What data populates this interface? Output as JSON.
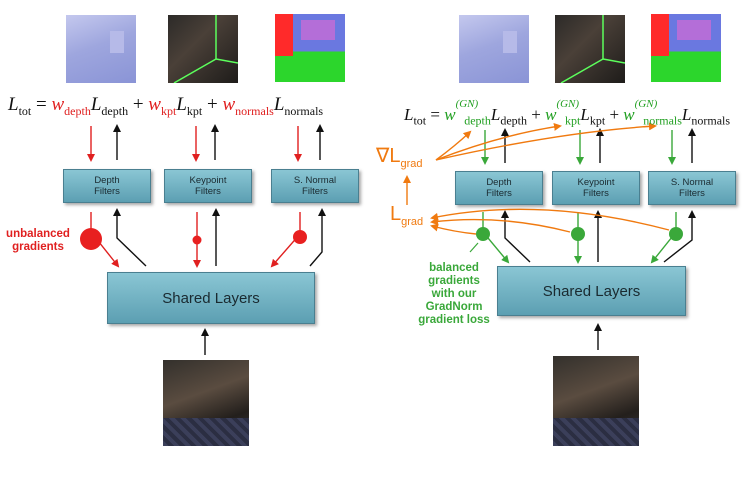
{
  "left": {
    "equation": {
      "lhs_symbol": "L",
      "lhs_sub": "tot",
      "equals": "=",
      "plus": "+",
      "terms": [
        {
          "weight_symbol": "w",
          "weight_sub": "depth",
          "loss_symbol": "L",
          "loss_sub": "depth"
        },
        {
          "weight_symbol": "w",
          "weight_sub": "kpt",
          "loss_symbol": "L",
          "loss_sub": "kpt"
        },
        {
          "weight_symbol": "w",
          "weight_sub": "normals",
          "loss_symbol": "L",
          "loss_sub": "normals"
        }
      ]
    },
    "filters": [
      "Depth\nFilters",
      "Keypoint\nFilters",
      "S. Normal\nFilters"
    ],
    "shared_label": "Shared Layers",
    "annotation": "unbalanced\ngradients"
  },
  "right": {
    "equation": {
      "lhs_symbol": "L",
      "lhs_sub": "tot",
      "equals": "=",
      "plus": "+",
      "superscript": "(GN)",
      "terms": [
        {
          "weight_symbol": "w",
          "weight_sub": "depth",
          "loss_symbol": "L",
          "loss_sub": "depth"
        },
        {
          "weight_symbol": "w",
          "weight_sub": "kpt",
          "loss_symbol": "L",
          "loss_sub": "kpt"
        },
        {
          "weight_symbol": "w",
          "weight_sub": "normals",
          "loss_symbol": "L",
          "loss_sub": "normals"
        }
      ]
    },
    "filters": [
      "Depth\nFilters",
      "Keypoint\nFilters",
      "S. Normal\nFilters"
    ],
    "shared_label": "Shared Layers",
    "grad_nabla_label": {
      "symbol": "∇L",
      "sub": "grad"
    },
    "grad_label": {
      "symbol": "L",
      "sub": "grad"
    },
    "annotation": "balanced\ngradients\nwith our\nGradNorm\ngradient loss"
  },
  "colors": {
    "red": "#e02020",
    "green": "#3aa83a",
    "orange": "#f07a10",
    "box": "#6fb3c4",
    "black": "#111111"
  }
}
